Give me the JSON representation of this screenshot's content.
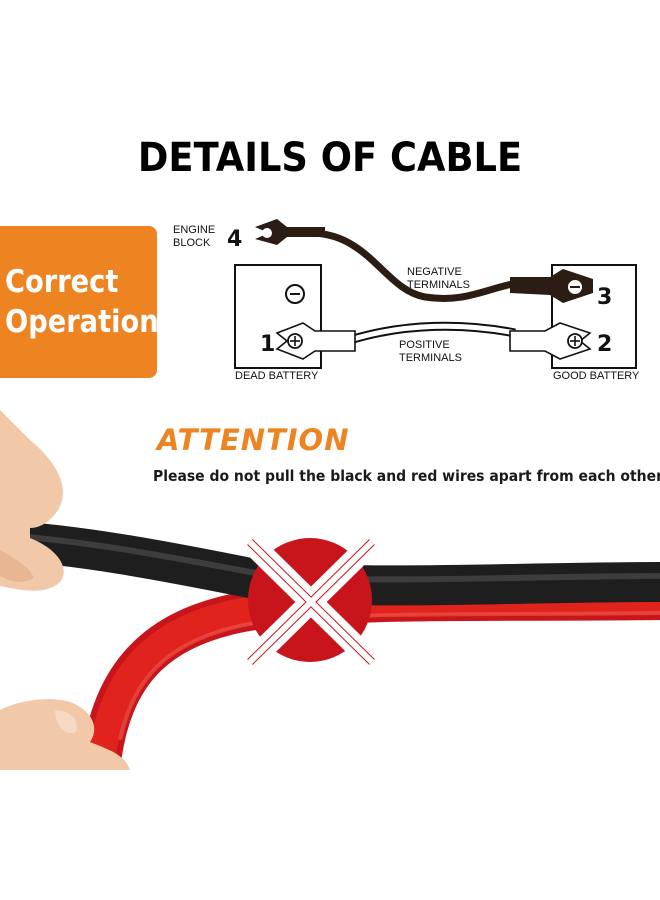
{
  "header": {
    "title": "DETAILS OF CABLE"
  },
  "badge": {
    "line1": "Correct",
    "line2": "Operation"
  },
  "diagram": {
    "engine_block": [
      "ENGINE",
      "BLOCK"
    ],
    "negative_terminals": [
      "NEGATIVE",
      "TERMINALS"
    ],
    "positive_terminals": [
      "POSITIVE",
      "TERMINALS"
    ],
    "dead_battery": "DEAD BATTERY",
    "good_battery": "GOOD BATTERY",
    "numbers": [
      "1",
      "2",
      "3",
      "4"
    ],
    "colors": {
      "negative_cable": "#2b1d14",
      "positive_cable": "#ffffff"
    }
  },
  "attention": {
    "heading": "ATTENTION",
    "message": "Please do not pull the black and red wires apart from each other"
  },
  "colors": {
    "accent": "#ee8421",
    "warning_red": "#c8141b",
    "wire_red": "#e0231c",
    "wire_black": "#2a2a2a"
  }
}
